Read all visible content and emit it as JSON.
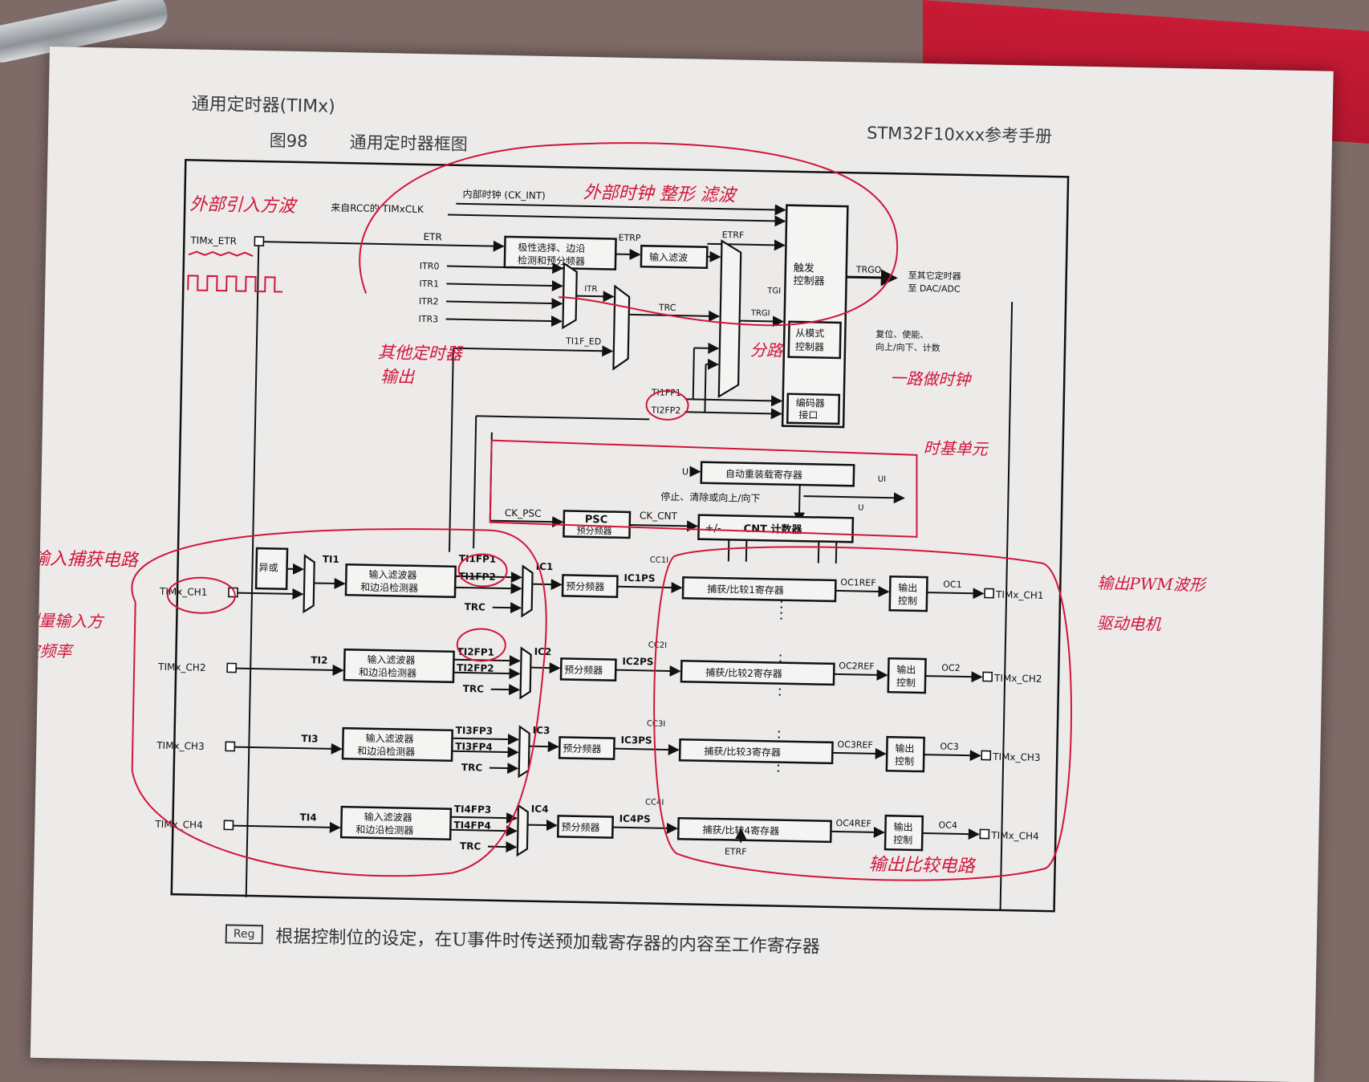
{
  "header": {
    "left": "通用定时器(TIMx)",
    "right": "STM32F10xxx参考手册",
    "fig_num": "图98",
    "fig_title": "通用定时器框图"
  },
  "footer": {
    "reg_icon": "Reg",
    "text": "根据控制位的设定，在U事件时传送预加载寄存器的内容至工作寄存器"
  },
  "diagram": {
    "int_clock": "内部时钟 (CK_INT)",
    "rcc_clock": "来自RCC的 TIMxCLK",
    "etr_pin": "TIMx_ETR",
    "etr": "ETR",
    "etrp": "ETRP",
    "etrf": "ETRF",
    "polarity_box": [
      "极性选择、边沿",
      "检测和预分频器"
    ],
    "input_filter": "输入滤波",
    "trigger_ctrl": [
      "触发",
      "控制器"
    ],
    "slave_ctrl": [
      "从模式",
      "控制器"
    ],
    "encoder_if": [
      "编码器",
      "接口"
    ],
    "trgo": "TRGO",
    "trgo_targets": [
      "至其它定时器",
      "至 DAC/ADC"
    ],
    "slave_out": [
      "复位、使能、",
      "向上/向下、计数"
    ],
    "itr": [
      "ITR0",
      "ITR1",
      "ITR2",
      "ITR3"
    ],
    "itr_label": "ITR",
    "trc": "TRC",
    "tgi": "TGI",
    "trgi": "TRGI",
    "ti1f_ed": "TI1F_ED",
    "ti1fp1": "TI1FP1",
    "ti2fp2": "TI2FP2",
    "auto_reload": "自动重装载寄存器",
    "stop_clear": "停止、清除或向上/向下",
    "u": "U",
    "ui": "UI",
    "ck_psc": "CK_PSC",
    "psc_box": [
      "PSC",
      "预分频器"
    ],
    "ck_cnt": "CK_CNT",
    "cnt_box": "CNT 计数器",
    "plusminus": "+/-",
    "xor": "异或",
    "input_filter_edge": [
      "输入滤波器",
      "和边沿检测器"
    ],
    "prescaler": "预分频器",
    "output_ctrl": [
      "输出",
      "控制"
    ],
    "channels": [
      {
        "pin": "TIMx_CH1",
        "ti": "TI1",
        "fp_a": "TI1FP1",
        "fp_b": "TI1FP2",
        "ic": "IC1",
        "icps": "IC1PS",
        "cci": "CC1I",
        "capture": "捕获/比较1寄存器",
        "ocref": "OC1REF",
        "oc": "OC1",
        "out_pin": "TIMx_CH1"
      },
      {
        "pin": "TIMx_CH2",
        "ti": "TI2",
        "fp_a": "TI2FP1",
        "fp_b": "TI2FP2",
        "ic": "IC2",
        "icps": "IC2PS",
        "cci": "CC2I",
        "capture": "捕获/比较2寄存器",
        "ocref": "OC2REF",
        "oc": "OC2",
        "out_pin": "TIMx_CH2"
      },
      {
        "pin": "TIMx_CH3",
        "ti": "TI3",
        "fp_a": "TI3FP3",
        "fp_b": "TI3FP4",
        "ic": "IC3",
        "icps": "IC3PS",
        "cci": "CC3I",
        "capture": "捕获/比较3寄存器",
        "ocref": "OC3REF",
        "oc": "OC3",
        "out_pin": "TIMx_CH3"
      },
      {
        "pin": "TIMx_CH4",
        "ti": "TI4",
        "fp_a": "TI4FP3",
        "fp_b": "TI4FP4",
        "ic": "IC4",
        "icps": "IC4PS",
        "cci": "CC4I",
        "capture": "捕获/比较4寄存器",
        "ocref": "OC4REF",
        "oc": "OC4",
        "out_pin": "TIMx_CH4"
      }
    ]
  },
  "handwritten": {
    "ext_square": "外部引入方波",
    "ext_clock": "外部时钟 整形 滤波",
    "other_timer": [
      "其他定时器",
      "输出"
    ],
    "separate": "分路",
    "one_clock": "一路做时钟",
    "time_base": "时基单元",
    "input_capture": "输入捕获电路",
    "measure": [
      "测量输入方",
      "波频率"
    ],
    "pwm": [
      "输出PWM波形",
      "驱动电机"
    ],
    "output_compare": "输出比较电路"
  },
  "colors": {
    "annotation_red": "#d2143a",
    "ink": "#111111",
    "paper": "#ecebea"
  }
}
